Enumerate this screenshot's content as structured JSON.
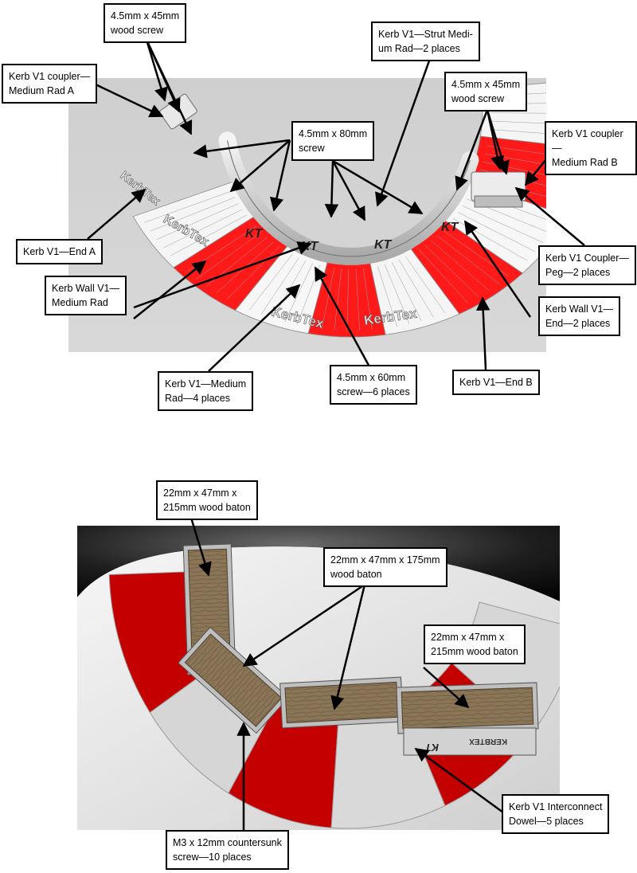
{
  "top_figure": {
    "brand_text": "KerbTex",
    "logo_text": "KT",
    "callouts": {
      "wood_screw_45_a": "4.5mm x 45mm\nwood screw",
      "coupler_a": "Kerb V1 coupler—\nMedium Rad A",
      "strut": "Kerb V1—Strut Medi-\num Rad—2 places",
      "wood_screw_45_b": "4.5mm x 45mm\nwood screw",
      "screw_80": "4.5mm x 80mm\nscrew",
      "coupler_b": "Kerb V1 coupler—\nMedium Rad B",
      "end_a": "Kerb V1—End A",
      "peg": "Kerb V1 Coupler—\nPeg—2 places",
      "wall_medium": "Kerb Wall V1—\nMedium Rad",
      "wall_end": "Kerb Wall V1—\nEnd—2 places",
      "medium_rad": "Kerb V1—Medium\nRad—4 places",
      "screw_60": "4.5mm x 60mm\nscrew—6 places",
      "end_b": "Kerb V1—End B"
    }
  },
  "bottom_figure": {
    "brand_text": "KERBTEX",
    "logo_text": "KT",
    "callouts": {
      "baton_215_a": "22mm x 47mm x\n215mm wood baton",
      "baton_175": "22mm x 47mm x 175mm\nwood baton",
      "baton_215_b": "22mm x 47mm x\n215mm wood baton",
      "dowel": "Kerb V1 Interconnect\nDowel—5 places",
      "countersunk": "M3 x 12mm countersunk\nscrew—10 places"
    }
  },
  "colors": {
    "kerb_red": "#ff1a1a",
    "dark_red": "#c40000",
    "kerb_grey": "#d9d9d9",
    "wood": "#8a7556"
  }
}
